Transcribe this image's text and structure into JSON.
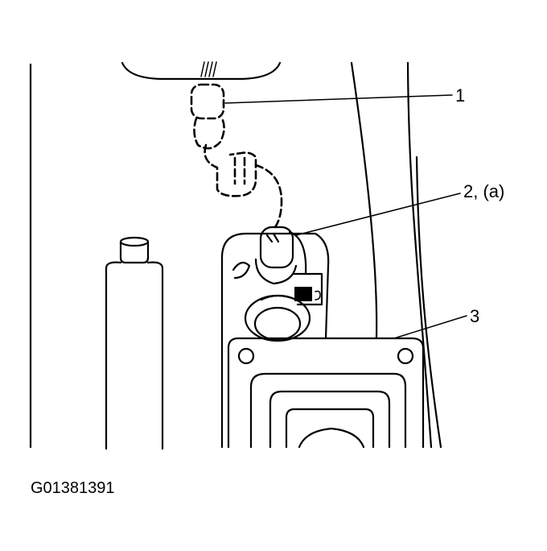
{
  "diagram": {
    "callouts": [
      {
        "id": "1",
        "text": "1"
      },
      {
        "id": "2",
        "text": "2, (a)"
      },
      {
        "id": "3",
        "text": "3"
      }
    ],
    "figure_code": "G01381391"
  },
  "colors": {
    "ink": "#000000",
    "paper": "#ffffff"
  }
}
